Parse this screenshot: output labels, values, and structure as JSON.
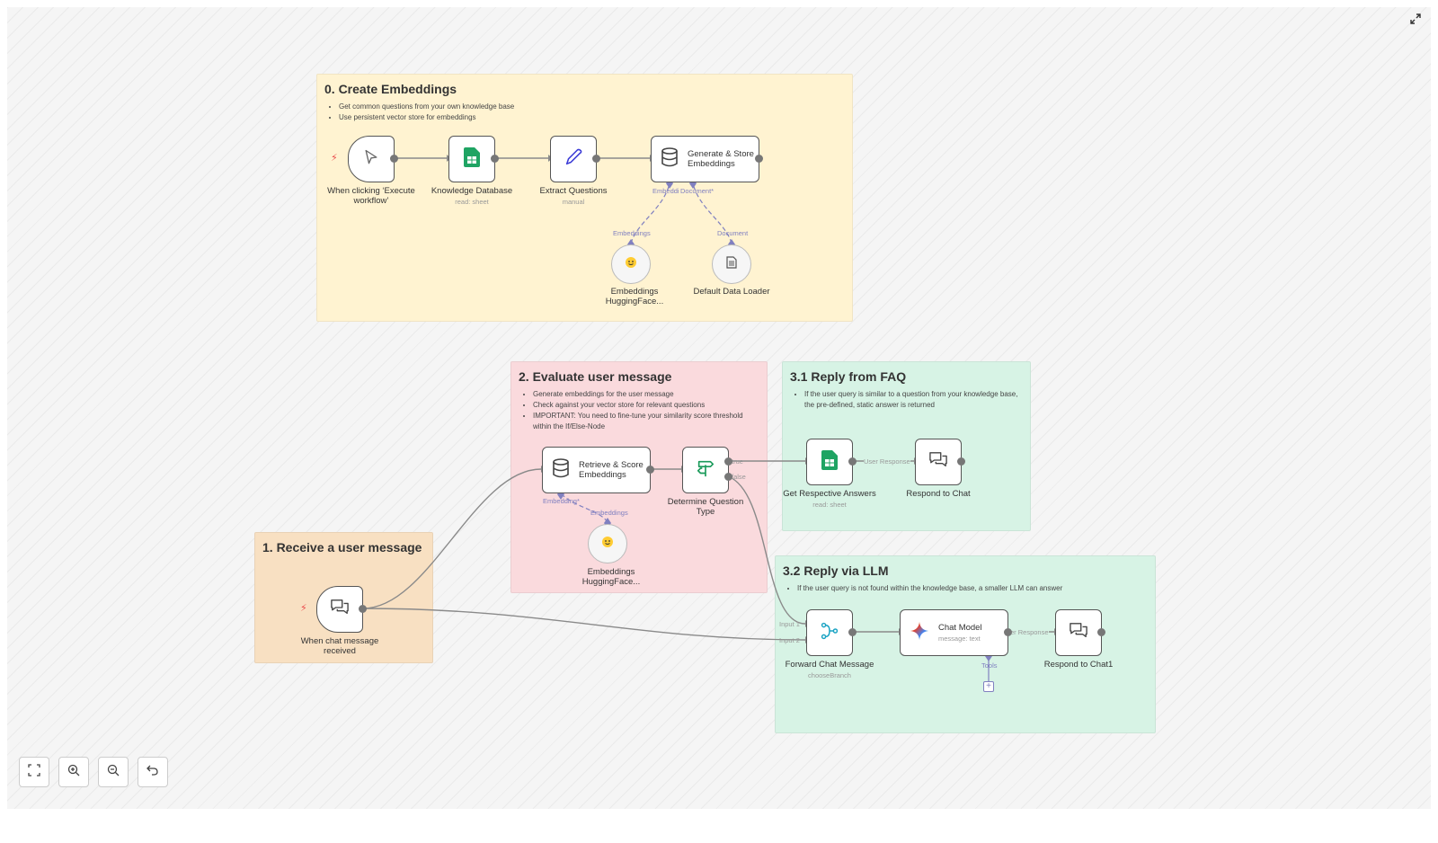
{
  "groups": {
    "g0": {
      "title": "0. Create Embeddings",
      "bullets": [
        "Get common questions from your own knowledge base",
        "Use persistent vector store for embeddings"
      ]
    },
    "g1": {
      "title": "1. Receive a user message",
      "bullets": []
    },
    "g2": {
      "title": "2. Evaluate user message",
      "bullets": [
        "Generate embeddings for the user message",
        "Check against your vector store for relevant questions",
        "IMPORTANT: You need to fine-tune your similarity score threshold within the If/Else-Node"
      ]
    },
    "g31": {
      "title": "3.1 Reply from FAQ",
      "bullets": [
        "If the user query is similar to a question from your knowledge base, the pre-defined, static answer is returned"
      ]
    },
    "g32": {
      "title": "3.2 Reply via LLM",
      "bullets": [
        "If the user query is not found within the knowledge base, a smaller LLM can answer"
      ]
    }
  },
  "nodes": {
    "manual_trigger": {
      "label": "When clicking ‘Execute workflow’",
      "icon": "cursor-icon"
    },
    "knowledge_db": {
      "label": "Knowledge Database",
      "sub": "read: sheet",
      "icon": "google-sheets-icon"
    },
    "extract_q": {
      "label": "Extract Questions",
      "sub": "manual",
      "icon": "pencil-icon"
    },
    "gen_store": {
      "label": "Generate & Store Embeddings",
      "icon": "database-icon"
    },
    "emb_hf_1": {
      "label": "Embeddings HuggingFace...",
      "icon": "hugging-face-icon"
    },
    "data_loader": {
      "label": "Default Data Loader",
      "icon": "document-icon"
    },
    "chat_trigger": {
      "label": "When chat message received",
      "icon": "chat-icon"
    },
    "retrieve": {
      "label": "Retrieve & Score Embeddings",
      "icon": "database-icon"
    },
    "determine": {
      "label": "Determine Question Type",
      "icon": "signpost-icon"
    },
    "emb_hf_2": {
      "label": "Embeddings HuggingFace...",
      "icon": "hugging-face-icon"
    },
    "get_answers": {
      "label": "Get Respective Answers",
      "sub": "read: sheet",
      "icon": "google-sheets-icon"
    },
    "respond_chat": {
      "label": "Respond to Chat",
      "icon": "chat-icon"
    },
    "forward": {
      "label": "Forward Chat Message",
      "sub": "chooseBranch",
      "icon": "merge-icon"
    },
    "chat_model": {
      "label": "Chat Model",
      "sub": "message: text",
      "icon": "gemini-icon"
    },
    "respond_chat1": {
      "label": "Respond to Chat1",
      "icon": "chat-icon"
    }
  },
  "edge_labels": {
    "embeddi": "Embeddi",
    "document_star": "Document*",
    "embeddings": "Embeddings",
    "document": "Document",
    "embedding_star": "Embedding*",
    "true": "true",
    "false": "false",
    "user_response": "User Response",
    "input1": "Input 1",
    "input2": "Input 2",
    "er_response": "er Response",
    "tools": "Tools"
  },
  "colors": {
    "yellow": "#fff3d1",
    "red": "#fadadd",
    "green": "#d7f3e5",
    "orange": "#f8e0c2",
    "port": "#777777",
    "subport": "#8080c0",
    "trigger": "#ea4b4b"
  },
  "controls": [
    "fit-view-icon",
    "zoom-in-icon",
    "zoom-out-icon",
    "undo-icon"
  ]
}
